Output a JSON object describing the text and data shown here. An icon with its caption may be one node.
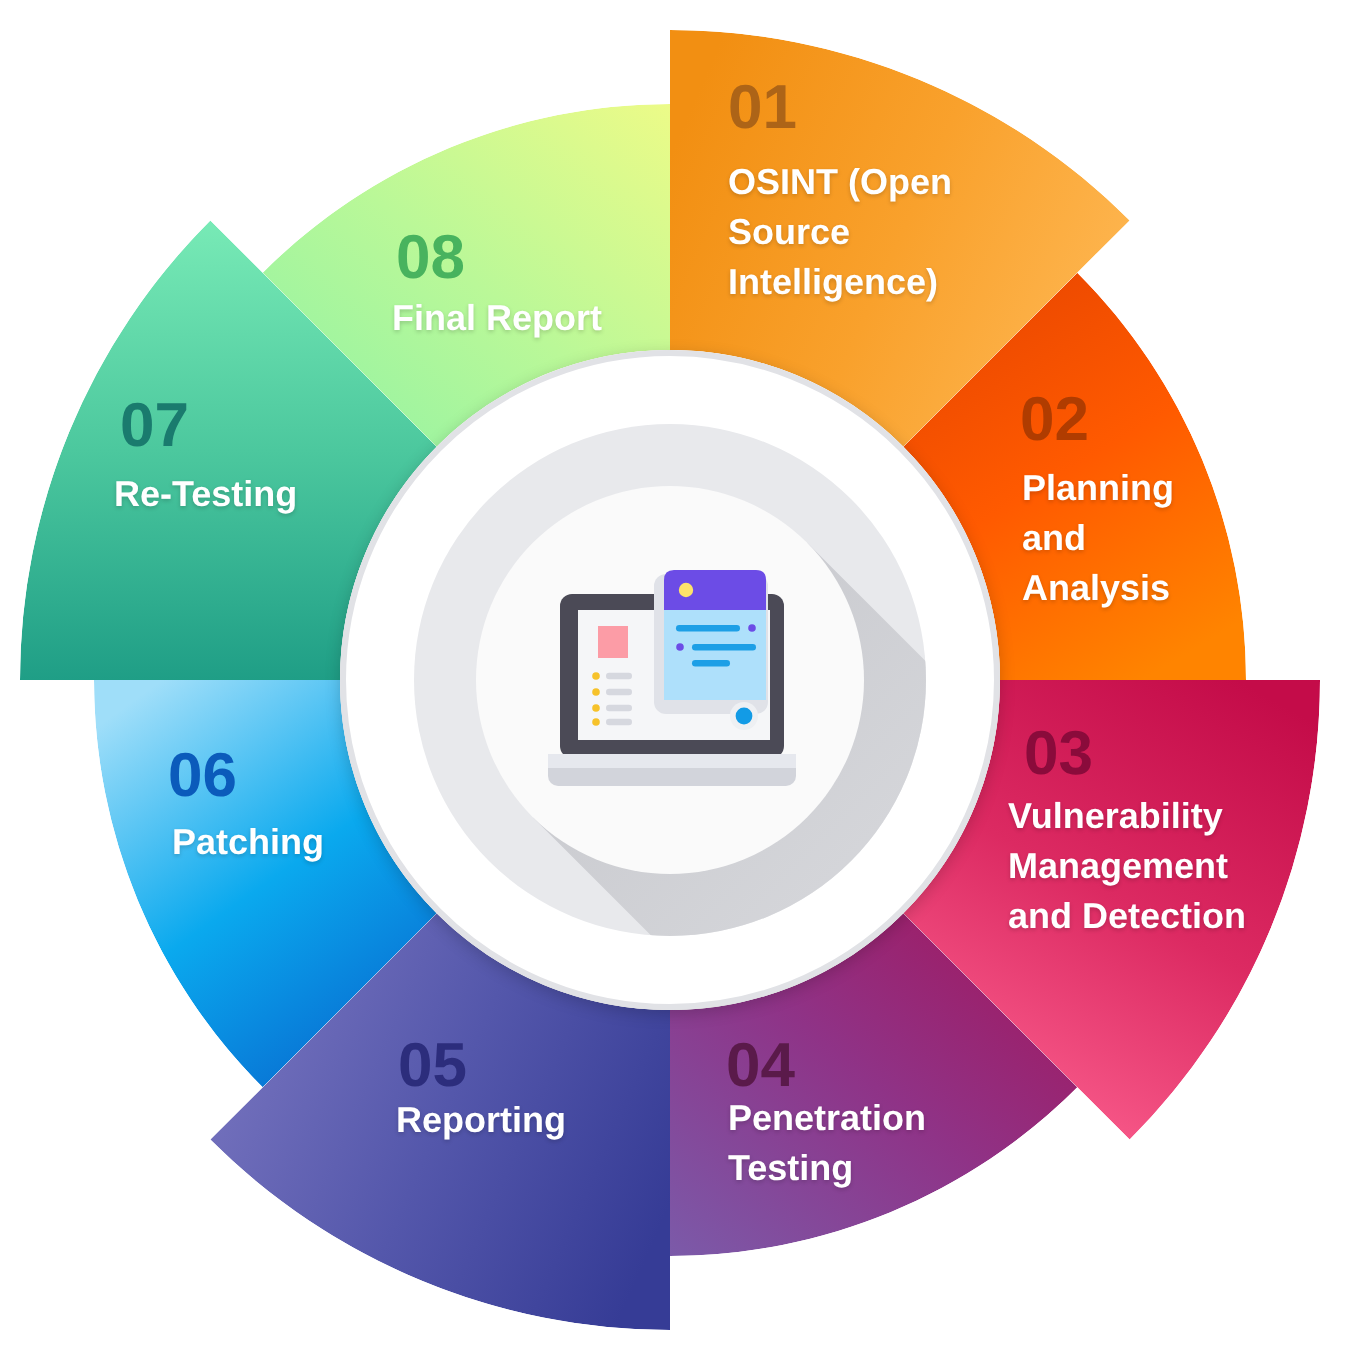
{
  "diagram": {
    "nodes": [
      {
        "text": [
          "01",
          "OSINT (Open Source Intelligence)"
        ]
      },
      {
        "text": [
          "02",
          "Planning and Analysis"
        ]
      },
      {
        "text": [
          "03",
          "Vulnerability Management and Detection"
        ]
      },
      {
        "text": [
          "04",
          "Penetration Testing"
        ]
      },
      {
        "text": [
          "05",
          "Reporting"
        ]
      },
      {
        "text": [
          "06",
          "Patching"
        ]
      },
      {
        "text": [
          "07",
          "Re-Testing"
        ]
      },
      {
        "text": [
          "08",
          "Final Report"
        ]
      }
    ]
  }
}
